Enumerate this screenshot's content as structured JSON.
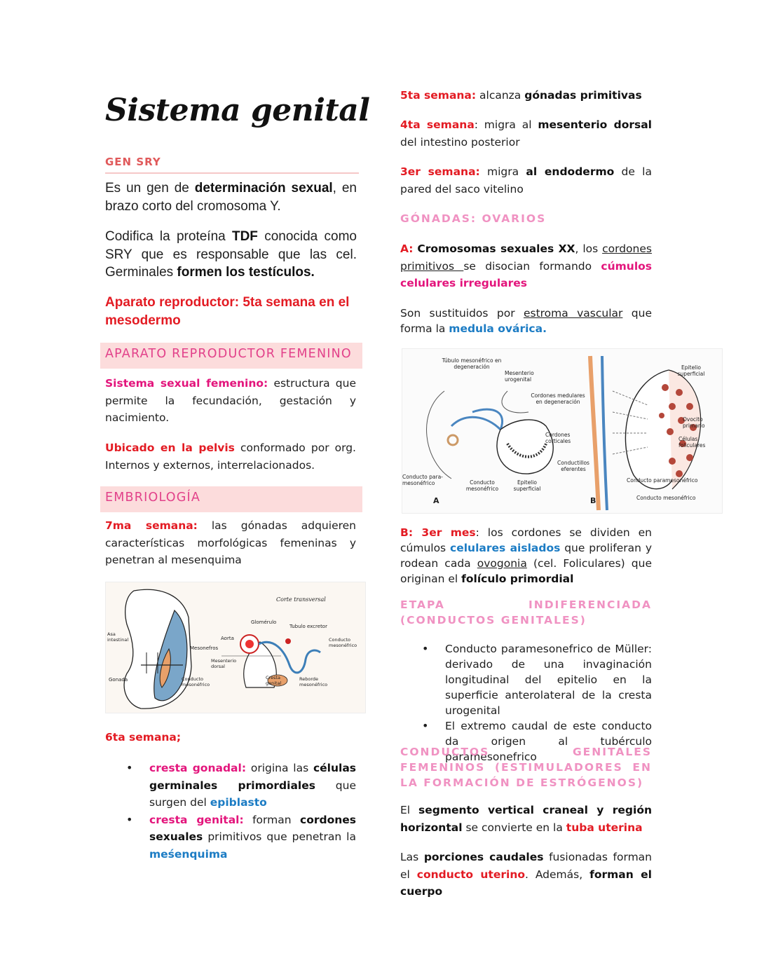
{
  "title": "Sistema genital",
  "left": {
    "gen_sry_heading": "GEN SRY",
    "gen_p1": {
      "a": "Es un gen de ",
      "b": "determinación sexual",
      "c": ", en brazo corto del cromosoma Y."
    },
    "gen_p2": {
      "a": "Codifica la proteína ",
      "b": "TDF",
      "c": " conocida como SRY que es responsable que las cel. Germinales ",
      "d": "formen los testículos."
    },
    "aparato_red": "Aparato reproductor: 5ta semana en el mesodermo",
    "femenino_bar": "APARATO REPRODUCTOR FEMENINO",
    "sistema_p": {
      "a": "Sistema sexual femenino:",
      "b": " estructura que permite la fecundación, gestación y nacimiento."
    },
    "ubicado_p": {
      "a": "Ubicado en la pelvis",
      "b": " conformado por org. Internos y externos, interrelacionados."
    },
    "embriologia_bar": "EMBRIOLOGÍA",
    "septima_p": {
      "a": "7ma semana:",
      "b": " las gónadas adquieren características morfológicas femeninas y penetran al mesenquima"
    },
    "fig1_labels": {
      "corte": "Corte transversal",
      "glomerulo": "Glomérulo",
      "tubulo": "Tubulo excretor",
      "asa": "Asa intestinal",
      "mesonefros": "Mesonefros",
      "aorta": "Aorta",
      "conducto_meso_r": "Conducto mesonéfrico",
      "mesenterio": "Mesenterio dorsal",
      "gonada": "Gonada",
      "conducto_meso": "Conducto mesonéfrico",
      "cresta": "Cresta genital",
      "reborde": "Reborde mesonéfrico"
    },
    "sexta_heading": "6ta semana;",
    "sexta_items": [
      {
        "a": "cresta gonadal:",
        "b": " origina las ",
        "c": "células germinales primordiales",
        "d": " que surgen del ",
        "e": "epiblasto"
      },
      {
        "a": "cresta genital:",
        "b": " forman ",
        "c": "cordones sexuales",
        "d": " primitivos que penetran la ",
        "e": "meśenquima"
      }
    ]
  },
  "right": {
    "quinta_p": {
      "a": "5ta semana:",
      "b": " alcanza ",
      "c": "gónadas primitivas"
    },
    "cuarta_p": {
      "a": "4ta semana",
      "b": ": migra al ",
      "c": "mesenterio dorsal",
      "d": " del intestino posterior"
    },
    "tercera_p": {
      "a": "3er semana:",
      "b": " migra ",
      "c": "al endodermo",
      "d": " de la pared del saco vitelino"
    },
    "gonadas_heading": "GÓNADAS: OVARIOS",
    "a_p": {
      "a": "A:",
      "b": "Cromosomas sexuales XX",
      "c": ", los ",
      "d": "cordones primitivos ",
      "e": "se disocian formando ",
      "f": "cúmulos celulares irregulares"
    },
    "son_p": {
      "a": "Son sustituidos por ",
      "b": "estroma vascular",
      "c": " que forma la ",
      "d": "medula ovárica."
    },
    "fig2_labels": {
      "tubulo": "Túbulo mesonéfrico en degeneración",
      "mesenterio": "Mesenterio urogenital",
      "cordones_med": "Cordones medulares en degeneración",
      "cordones_cort": "Cordones corticales",
      "conductillos": "Conductillos eferentes",
      "conducto_para": "Conducto para-mesonéfrico",
      "conducto_meso": "Conducto mesonéfrico",
      "epitelio_sup": "Epitelio superficial",
      "epitelio_r": "Epitelio superficial",
      "ovocito": "Ovocito primario",
      "celulas": "Células foliculares",
      "cp": "Conducto paramesonéfrico",
      "cm": "Conducto mesonéfrico",
      "a": "A",
      "b": "B"
    },
    "b_p": {
      "a": "B: 3er mes",
      "b": ": los cordones se dividen en cúmulos ",
      "c": "celulares aislados",
      "d": " que proliferan y rodean cada ",
      "e": "ovogonia",
      "f": " (cel. Foliculares) que originan el ",
      "g": "folículo primordial"
    },
    "etapa_heading": "ETAPA INDIFERENCIADA (CONDUCTOS GENITALES)",
    "etapa_items": [
      "Conducto paramesonefrico de Müller: derivado de una invaginación longitudinal del epitelio en la superficie anterolateral de la cresta urogenital",
      "El extremo caudal de este conducto da origen al tubérculo paramesonefrico"
    ],
    "conductos_heading": "CONDUCTOS GENITALES FEMENINOS (ESTIMULADORES EN LA FORMACIÓN DE ESTRÓGENOS)",
    "segmento_p": {
      "a": "El ",
      "b": "segmento vertical craneal y región horizontal",
      "c": " se convierte en la ",
      "d": "tuba uterina"
    },
    "porciones_p": {
      "a": "Las ",
      "b": "porciones caudales",
      "c": " fusionadas forman el ",
      "d": "conducto uterino",
      "e": ". Además, ",
      "f": "forman el cuerpo"
    }
  }
}
